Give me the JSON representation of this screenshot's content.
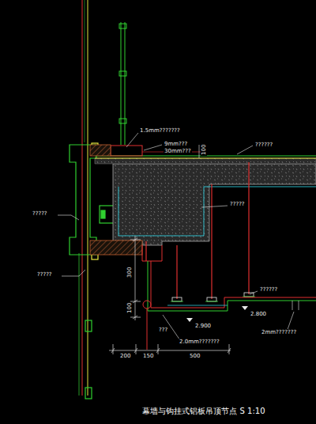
{
  "diagram": {
    "caption": "幕墙与钩挂式铝板吊顶节点 S 1:10",
    "labels": [
      "1.5mm???????",
      "9mm???",
      "30mm???",
      "100",
      "??????",
      "?????",
      "?????",
      "?????",
      "300",
      "100",
      "??????",
      "2.900",
      "2.800",
      "???",
      "2.0mm???????",
      "2mm???????",
      "200",
      "150",
      "500"
    ]
  }
}
